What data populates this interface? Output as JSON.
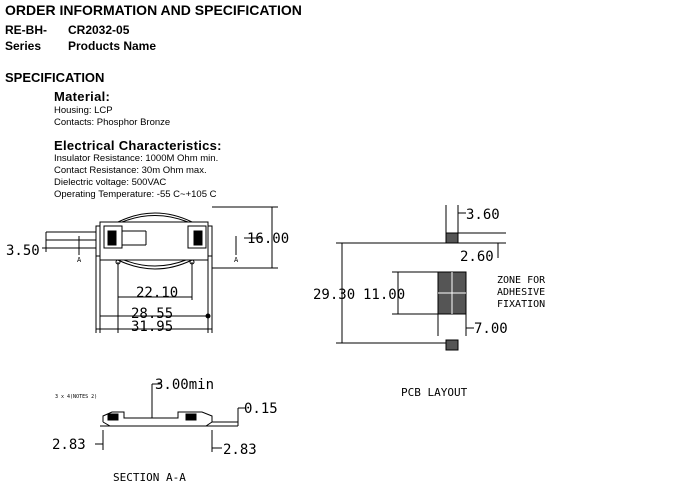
{
  "header": {
    "title": "ORDER INFORMATION AND SPECIFICATION",
    "prefix": "RE-BH-",
    "series_label": "Series",
    "part_number": "CR2032-05",
    "products_name_label": "Products Name"
  },
  "spec": {
    "heading": "SPECIFICATION",
    "material_heading": "Material:",
    "material": [
      "Housing: LCP",
      "Contacts: Phosphor Bronze"
    ],
    "electrical_heading": "Electrical Characteristics:",
    "electrical": [
      "Insulator Resistance: 1000M Ohm min.",
      "Contact Resistance: 30m Ohm max.",
      "Dielectric voltage: 500VAC",
      "Operating Temperature: -55 C~+105 C"
    ]
  },
  "drawing": {
    "top_view": {
      "dim_left": "3.50",
      "dim_right": "16.00",
      "dim_22": "22.10",
      "dim_28": "28.55",
      "dim_31": "31.95",
      "section_mark": "A"
    },
    "pcb": {
      "dim_top": "3.60",
      "dim_260": "2.60",
      "dim_2930": "29.30",
      "dim_1100": "11.00",
      "dim_700": "7.00",
      "zone_lines": [
        "ZONE FOR",
        "ADHESIVE",
        "FIXATION"
      ],
      "caption": "PCB LAYOUT"
    },
    "section": {
      "note": "3 x 4(NOTES 2)",
      "dim_300": "3.00min",
      "dim_015": "0.15",
      "dim_283_left": "2.83",
      "dim_283_right": "2.83",
      "caption": "SECTION A-A"
    }
  }
}
